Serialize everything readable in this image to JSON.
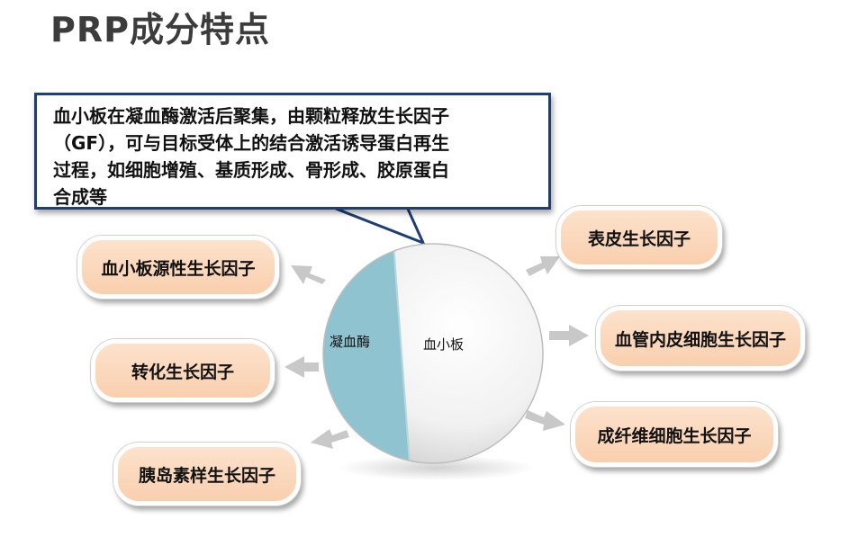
{
  "title": "PRP成分特点",
  "callout": {
    "text": "血小板在凝血酶激活后聚集，由颗粒释放生长因子\n（GF），可与目标受体上的结合激活诱导蛋白再生\n过程，如细胞增殖、基质形成、骨形成、胶原蛋白\n合成等"
  },
  "sphere": {
    "left_label": "凝血酶",
    "right_label": "血小板",
    "left_color": "#8fc3d0"
  },
  "factors": {
    "left": [
      "血小板源性生长因子",
      "转化生长因子",
      "胰岛素样生长因子"
    ],
    "right": [
      "表皮生长因子",
      "血管内皮细胞生长因子",
      "成纤维细胞生长因子"
    ]
  },
  "colors": {
    "pill_fill": "#fbd8bd",
    "callout_border": "#1f3f73",
    "arrow": "#c8c8c8"
  }
}
